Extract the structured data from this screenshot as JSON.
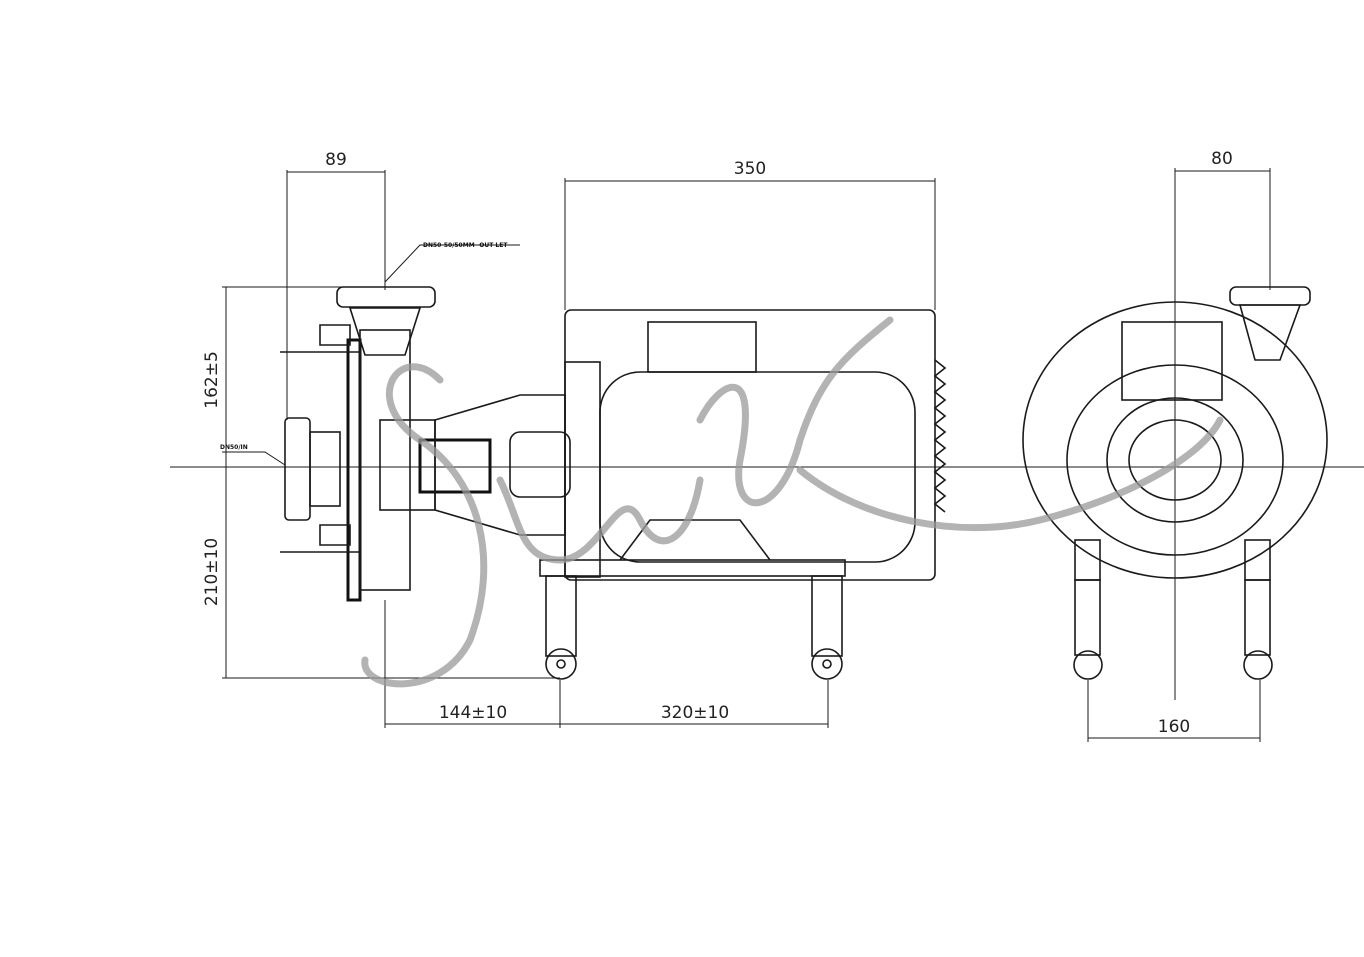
{
  "dimensions": {
    "outlet_offset": "89",
    "motor_length": "350",
    "side_outlet_offset": "80",
    "upper_height": "162±5",
    "lower_height": "210±10",
    "pump_to_leg": "144±10",
    "leg_spacing": "320±10",
    "side_leg_spacing": "160"
  },
  "callouts": {
    "outlet": "DN50-50/50MM -OUT LET",
    "inlet": "DN50/IN"
  },
  "watermark": "Sanly"
}
